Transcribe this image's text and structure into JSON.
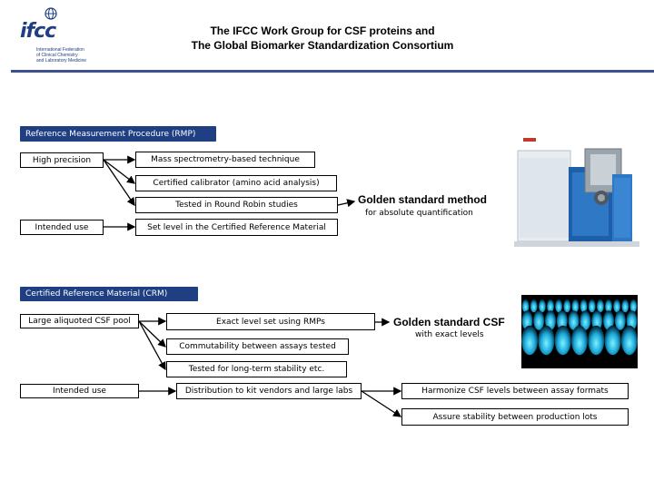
{
  "header": {
    "title_line1": "The IFCC Work Group for CSF proteins and",
    "title_line2": "The Global Biomarker Standardization Consortium"
  },
  "logo": {
    "text": "ifcc",
    "subtitle_line1": "International Federation",
    "subtitle_line2": "of Clinical Chemistry",
    "subtitle_line3": "and Laboratory Medicine"
  },
  "rmp": {
    "header": "Reference Measurement Procedure (RMP)",
    "high_precision": "High precision",
    "mass_spec": "Mass spectrometry-based technique",
    "certified_calibrator": "Certified calibrator (amino acid analysis)",
    "tested_round_robin": "Tested in Round Robin studies",
    "intended_use": "Intended use",
    "set_level": "Set level in the Certified Reference Material",
    "gold_title": "Golden standard method",
    "gold_sub": "for absolute quantification"
  },
  "crm": {
    "header": "Certified Reference Material (CRM)",
    "large_aliquoted": "Large aliquoted CSF pool",
    "exact_level": "Exact level set using RMPs",
    "commutability": "Commutability between assays tested",
    "tested_stability": "Tested for long-term stability etc.",
    "intended_use": "Intended use",
    "distribution": "Distribution to kit vendors and large labs",
    "gold_title": "Golden standard CSF",
    "gold_sub": "with exact levels",
    "harmonize": "Harmonize CSF levels between assay formats",
    "assure": "Assure stability between production lots"
  },
  "colors": {
    "header_bar": "#1f3f82",
    "rule": "#3d4f8e",
    "glow": "#33d6ff"
  }
}
